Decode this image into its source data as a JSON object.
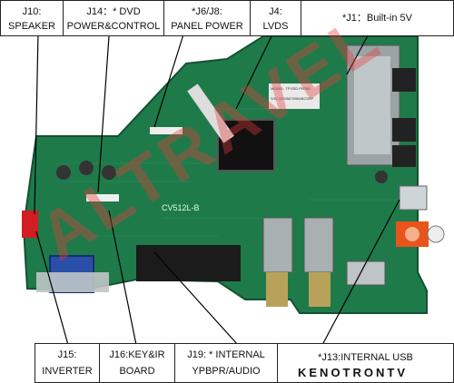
{
  "labels_top": [
    {
      "id": "J10",
      "line1": "J10:",
      "line2": "SPEAKER"
    },
    {
      "id": "J14",
      "line1": "J14：* DVD",
      "line2": "POWER&CONTROL"
    },
    {
      "id": "J6J8",
      "line1": "*J6/J8:",
      "line2": "PANEL POWER"
    },
    {
      "id": "J4",
      "line1": "J4:",
      "line2": "LVDS"
    },
    {
      "id": "J1",
      "line1": "*J1：Built-in 5V",
      "line2": ""
    }
  ],
  "labels_bottom": [
    {
      "id": "J15",
      "line1": "J15:",
      "line2": "INVERTER"
    },
    {
      "id": "J16",
      "line1": "J16:KEY&IR",
      "line2": "BOARD"
    },
    {
      "id": "J19",
      "line1": "J19:  * INTERNAL",
      "line2": "YPBPR/AUDIO"
    },
    {
      "id": "J13",
      "line1": "*J13:INTERNAL USB",
      "line2": ""
    }
  ],
  "board": {
    "model_silkscreen": "CV512L-B",
    "sticker_line1": "MODEL: TP.SSD.PB780",
    "sticker_line2": "S/N: 1234567890ABCDEF"
  },
  "watermark": "ALTRAVEL",
  "brand": "KENOTRONTV",
  "colors": {
    "pcb": "#1f7a4a",
    "pcb_dark": "#145a35",
    "vga": "#2a4fa8",
    "orange": "#e8541b",
    "watermark": "#e83c3c"
  }
}
